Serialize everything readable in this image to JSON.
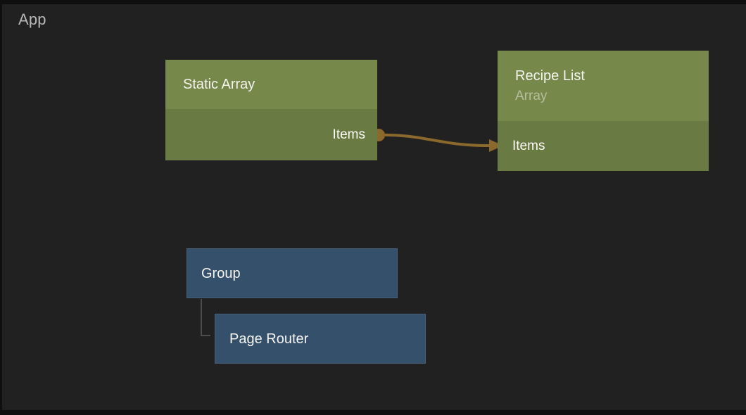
{
  "app": {
    "label": "App"
  },
  "canvas": {
    "nodes": {
      "static_array": {
        "title": "Static Array",
        "output_port": "Items"
      },
      "recipe_list": {
        "title": "Recipe List",
        "subtitle": "Array",
        "input_port": "Items"
      },
      "group": {
        "title": "Group"
      },
      "page_router": {
        "title": "Page Router"
      }
    },
    "connections": [
      {
        "from": "Static Array / Items",
        "to": "Recipe List / Items"
      }
    ],
    "hierarchy": [
      {
        "parent": "Group",
        "child": "Page Router"
      }
    ]
  },
  "colors": {
    "background": "#212121",
    "frame_edge": "#101010",
    "data_node_header": "#76894a",
    "data_node_body": "#697a42",
    "visual_node": "#35506b",
    "connection": "#8b682b",
    "hierarchy_line": "#4a4c4e",
    "title_text": "#f4f3ee",
    "subtitle_text": "rgba(255,255,255,0.45)",
    "app_label_text": "#b8b8b8"
  }
}
